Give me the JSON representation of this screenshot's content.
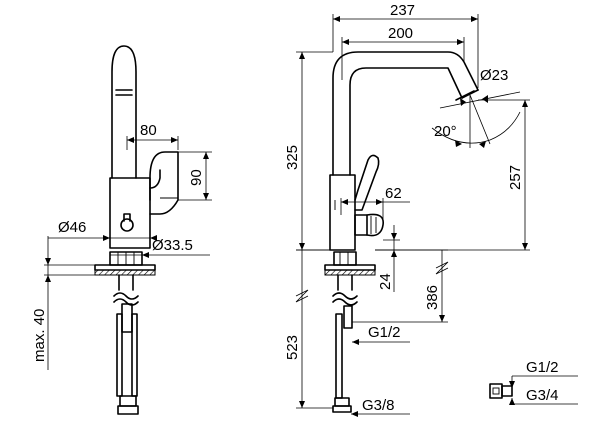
{
  "drawing": {
    "front_view": {
      "labels": {
        "width_80": "80",
        "height_90": "90",
        "diameter_46": "Ø46",
        "diameter_33_5": "Ø33.5",
        "max_40": "max. 40"
      }
    },
    "side_view": {
      "labels": {
        "width_237": "237",
        "width_200": "200",
        "diameter_23": "Ø23",
        "angle_20": "20°",
        "height_325": "325",
        "height_257": "257",
        "depth_62": "62",
        "height_24": "24",
        "length_386": "386",
        "length_523": "523",
        "thread_g1_2": "G1/2",
        "thread_g3_8": "G3/8"
      }
    },
    "connector_detail": {
      "labels": {
        "thread_g1_2": "G1/2",
        "thread_g3_4": "G3/4"
      }
    }
  }
}
